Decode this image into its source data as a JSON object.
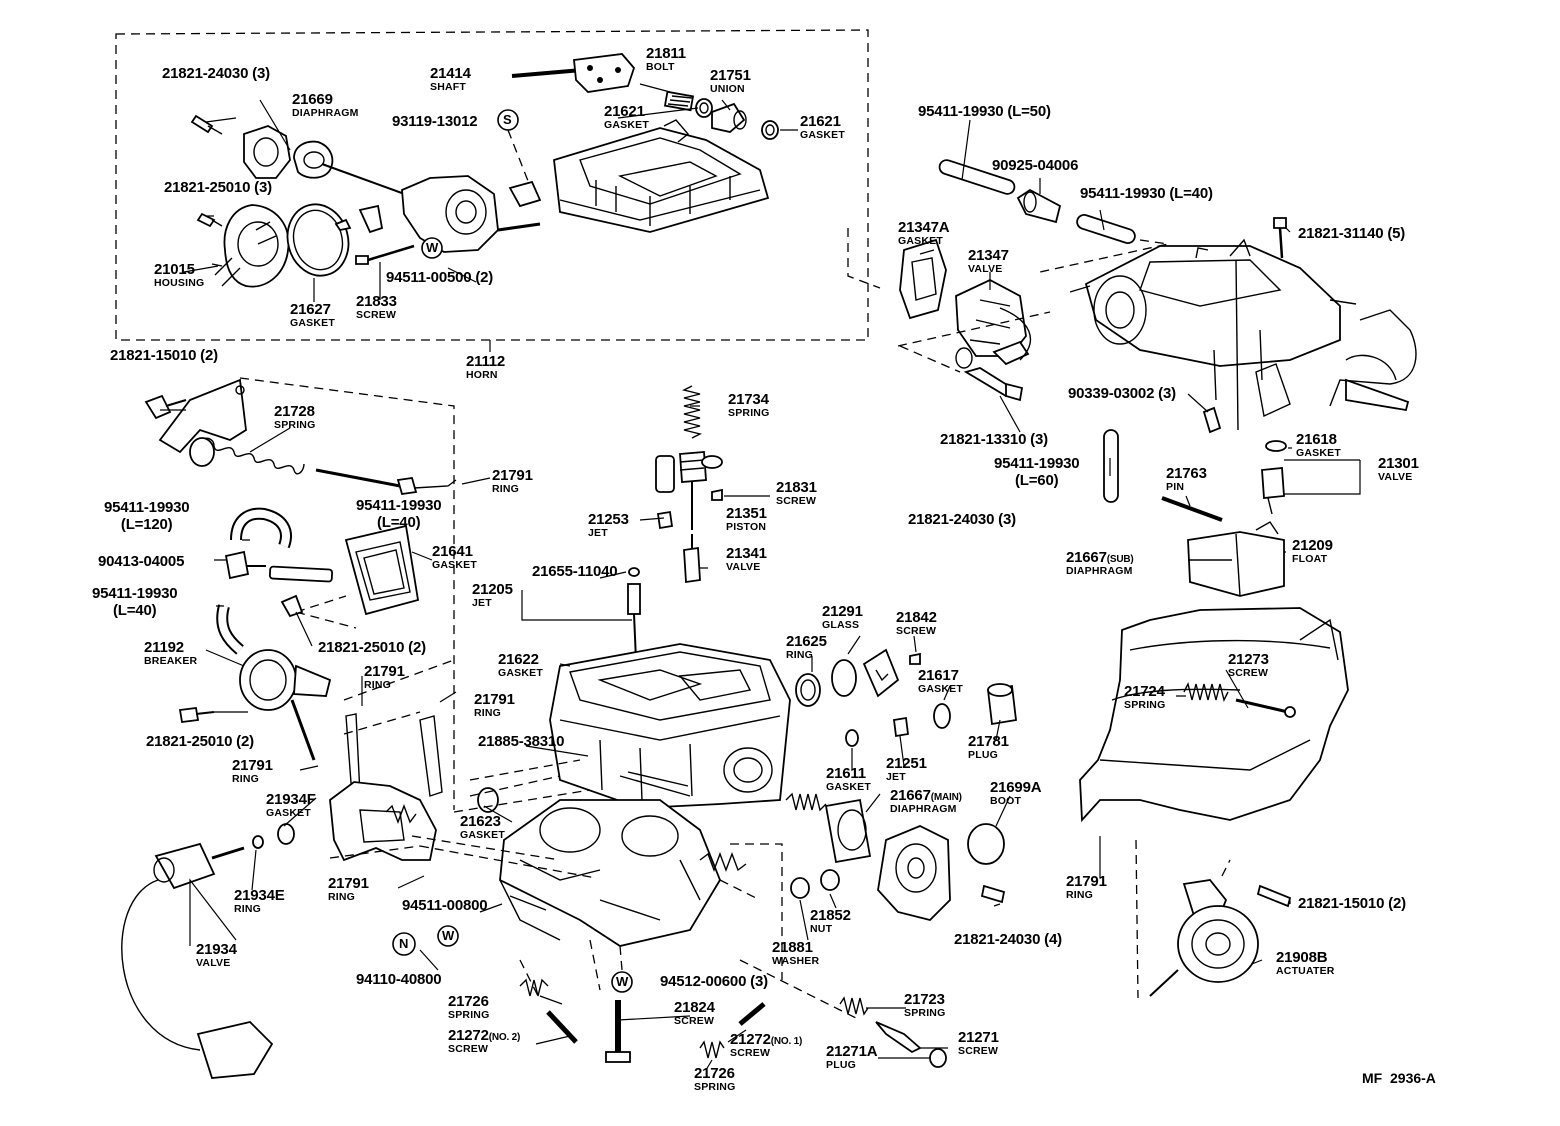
{
  "diagram_code": "MF  2936-A",
  "labels": {
    "l01": {
      "pn": "21821-24030 (3)",
      "name": ""
    },
    "l02": {
      "pn": "21669",
      "name": "DIAPHRAGM"
    },
    "l03": {
      "pn": "21414",
      "name": "SHAFT"
    },
    "l04": {
      "pn": "21811",
      "name": "BOLT"
    },
    "l05": {
      "pn": "21751",
      "name": "UNION"
    },
    "l06": {
      "pn": "21621",
      "name": "GASKET"
    },
    "l07": {
      "pn": "21621",
      "name": "GASKET"
    },
    "l08": {
      "pn": "93119-13012",
      "name": ""
    },
    "l09": {
      "pn": "21821-25010 (3)",
      "name": ""
    },
    "l10": {
      "pn": "21015",
      "name": "HOUSING"
    },
    "l11": {
      "pn": "21627",
      "name": "GASKET"
    },
    "l12": {
      "pn": "21833",
      "name": "SCREW"
    },
    "l13": {
      "pn": "94511-00500 (2)",
      "name": ""
    },
    "l14": {
      "pn": "21112",
      "name": "HORN"
    },
    "l15": {
      "pn": "95411-19930 (L=50)",
      "name": ""
    },
    "l16": {
      "pn": "90925-04006",
      "name": ""
    },
    "l17": {
      "pn": "95411-19930 (L=40)",
      "name": ""
    },
    "l18": {
      "pn": "21821-31140 (5)",
      "name": ""
    },
    "l19": {
      "pn": "21347A",
      "name": "GASKET"
    },
    "l20": {
      "pn": "21347",
      "name": "VALVE"
    },
    "l21": {
      "pn": "90339-03002 (3)",
      "name": ""
    },
    "l22": {
      "pn": "21821-13310 (3)",
      "name": ""
    },
    "l23": {
      "pn": "95411-19930",
      "name": "(L=60)"
    },
    "l24": {
      "pn": "21618",
      "name": "GASKET"
    },
    "l25": {
      "pn": "21301",
      "name": "VALVE"
    },
    "l26": {
      "pn": "21763",
      "name": "PIN"
    },
    "l27": {
      "pn": "21209",
      "name": "FLOAT"
    },
    "l28": {
      "pn": "21821-15010 (2)",
      "name": ""
    },
    "l29": {
      "pn": "21728",
      "name": "SPRING"
    },
    "l30": {
      "pn": "21734",
      "name": "SPRING"
    },
    "l31": {
      "pn": "21791",
      "name": "RING"
    },
    "l32": {
      "pn": "21831",
      "name": "SCREW"
    },
    "l33": {
      "pn": "21253",
      "name": "JET"
    },
    "l34": {
      "pn": "21351",
      "name": "PISTON"
    },
    "l35": {
      "pn": "21341",
      "name": "VALVE"
    },
    "l36": {
      "pn": "95411-19930",
      "name": "(L=120)"
    },
    "l37": {
      "pn": "95411-19930",
      "name": "(L=40)"
    },
    "l38": {
      "pn": "90413-04005",
      "name": ""
    },
    "l39": {
      "pn": "21641",
      "name": "GASKET"
    },
    "l40": {
      "pn": "21655-11040",
      "name": ""
    },
    "l41": {
      "pn": "21205",
      "name": "JET"
    },
    "l42": {
      "pn": "95411-19930",
      "name": "(L=40)"
    },
    "l43": {
      "pn": "21821-25010 (2)",
      "name": ""
    },
    "l44": {
      "pn": "21821-24030 (3)",
      "name": ""
    },
    "l45": {
      "pn": "21667",
      "sfx": "(SUB)",
      "name": "DIAPHRAGM"
    },
    "l46": {
      "pn": "21192",
      "name": "BREAKER"
    },
    "l47": {
      "pn": "21791",
      "name": "RING"
    },
    "l48": {
      "pn": "21791",
      "name": "RING"
    },
    "l49": {
      "pn": "21622",
      "name": "GASKET"
    },
    "l50": {
      "pn": "21291",
      "name": "GLASS"
    },
    "l51": {
      "pn": "21842",
      "name": "SCREW"
    },
    "l52": {
      "pn": "21625",
      "name": "RING"
    },
    "l53": {
      "pn": "21617",
      "name": "GASKET"
    },
    "l54": {
      "pn": "21273",
      "name": "SCREW"
    },
    "l55": {
      "pn": "21724",
      "name": "SPRING"
    },
    "l56": {
      "pn": "21821-25010 (2)",
      "name": ""
    },
    "l57": {
      "pn": "21885-38310",
      "name": ""
    },
    "l58": {
      "pn": "21781",
      "name": "PLUG"
    },
    "l59": {
      "pn": "21791",
      "name": "RING"
    },
    "l60": {
      "pn": "21611",
      "name": "GASKET"
    },
    "l61": {
      "pn": "21251",
      "name": "JET"
    },
    "l62": {
      "pn": "21934F",
      "name": "GASKET"
    },
    "l63": {
      "pn": "21623",
      "name": "GASKET"
    },
    "l64": {
      "pn": "21667",
      "sfx": "(MAIN)",
      "name": "DIAPHRAGM"
    },
    "l65": {
      "pn": "21699A",
      "name": "BOOT"
    },
    "l66": {
      "pn": "21791",
      "name": "RING"
    },
    "l67": {
      "pn": "21791",
      "name": "RING"
    },
    "l68": {
      "pn": "21934E",
      "name": "RING"
    },
    "l69": {
      "pn": "94511-00800",
      "name": ""
    },
    "l70": {
      "pn": "21852",
      "name": "NUT"
    },
    "l71": {
      "pn": "21821-15010 (2)",
      "name": ""
    },
    "l72": {
      "pn": "21934",
      "name": "VALVE"
    },
    "l73": {
      "pn": "21881",
      "name": "WASHER"
    },
    "l74": {
      "pn": "21821-24030 (4)",
      "name": ""
    },
    "l75": {
      "pn": "21908B",
      "name": "ACTUATER"
    },
    "l76": {
      "pn": "94110-40800",
      "name": ""
    },
    "l77": {
      "pn": "94512-00600 (3)",
      "name": ""
    },
    "l78": {
      "pn": "21726",
      "name": "SPRING"
    },
    "l79": {
      "pn": "21824",
      "name": "SCREW"
    },
    "l80": {
      "pn": "21723",
      "name": "SPRING"
    },
    "l81": {
      "pn": "21272",
      "sfx": "(NO. 2)",
      "name": "SCREW"
    },
    "l82": {
      "pn": "21272",
      "sfx": "(NO. 1)",
      "name": "SCREW"
    },
    "l83": {
      "pn": "21271",
      "name": "SCREW"
    },
    "l84": {
      "pn": "21271A",
      "name": "PLUG"
    },
    "l85": {
      "pn": "21726",
      "name": "SPRING"
    }
  },
  "symbols": {
    "s": "S",
    "w": "W",
    "n": "N"
  }
}
